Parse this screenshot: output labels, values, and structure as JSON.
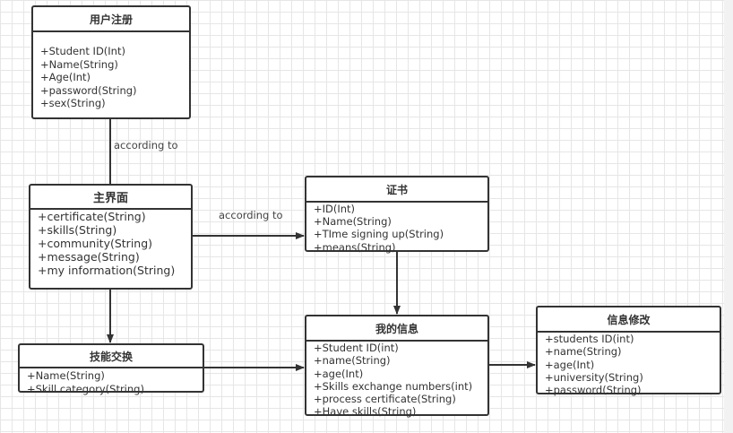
{
  "classes": {
    "user_register": {
      "title": "用户注册",
      "attributes": [
        "+Student ID(Int)",
        "+Name(String)",
        "+Age(Int)",
        "+password(String)",
        "+sex(String)"
      ]
    },
    "main_interface": {
      "title": "主界面",
      "attributes": [
        "+certificate(String)",
        "+skills(String)",
        "+community(String)",
        "+message(String)",
        "+my information(String)"
      ]
    },
    "certificate": {
      "title": "证书",
      "attributes": [
        "+ID(Int)",
        "+Name(String)",
        "+TIme signing up(String)",
        "+means(String)"
      ]
    },
    "skill_exchange": {
      "title": "技能交换",
      "attributes": [
        "+Name(String)",
        "+Skill category(String)"
      ]
    },
    "my_info": {
      "title": "我的信息",
      "attributes": [
        "+Student ID(int)",
        "+name(String)",
        "+age(Int)",
        "+Skills exchange numbers(int)",
        "+process certificate(String)",
        "+Have skills(String)"
      ]
    },
    "info_edit": {
      "title": "信息修改",
      "attributes": [
        "+students ID(int)",
        "+name(String)",
        "+age(Int)",
        "+university(String)",
        "+password(String)"
      ]
    }
  },
  "relations": {
    "register_to_main": {
      "label": "according to"
    },
    "main_to_certificate": {
      "label": "according to"
    }
  },
  "colors": {
    "line": "#333333",
    "grid": "#e6e6e6"
  }
}
